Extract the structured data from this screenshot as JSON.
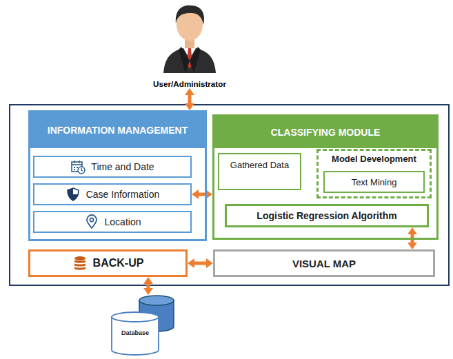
{
  "diagram": {
    "nodes": [
      {
        "text": [
          "User/Administrator"
        ]
      },
      {
        "text": [
          "INFORMATION MANAGEMENT"
        ]
      },
      {
        "text": [
          "Time and Date"
        ],
        "in": 1
      },
      {
        "text": [
          "Case Information"
        ],
        "in": 1
      },
      {
        "text": [
          "Location"
        ],
        "in": 1
      },
      {
        "text": [
          "CLASSIFYING MODULE"
        ]
      },
      {
        "text": [
          "Gathered Data"
        ],
        "in": 5
      },
      {
        "text": [
          "Model Development"
        ],
        "in": 5
      },
      {
        "text": [
          "Text Mining"
        ],
        "in": 7
      },
      {
        "text": [
          "Logistic Regression Algorithm"
        ],
        "in": 5
      },
      {
        "text": [
          "BACK-UP"
        ]
      },
      {
        "text": [
          "VISUAL MAP"
        ]
      },
      {
        "text": [
          "Database"
        ]
      }
    ],
    "edges": [
      {
        "from": 0,
        "to": 1,
        "arrow": "both"
      },
      {
        "from": 3,
        "to": 5,
        "arrow": "both"
      },
      {
        "from": 9,
        "to": 11,
        "arrow": "both"
      },
      {
        "from": 10,
        "to": 11,
        "arrow": "both"
      },
      {
        "from": 10,
        "to": 12,
        "arrow": "both"
      }
    ]
  }
}
